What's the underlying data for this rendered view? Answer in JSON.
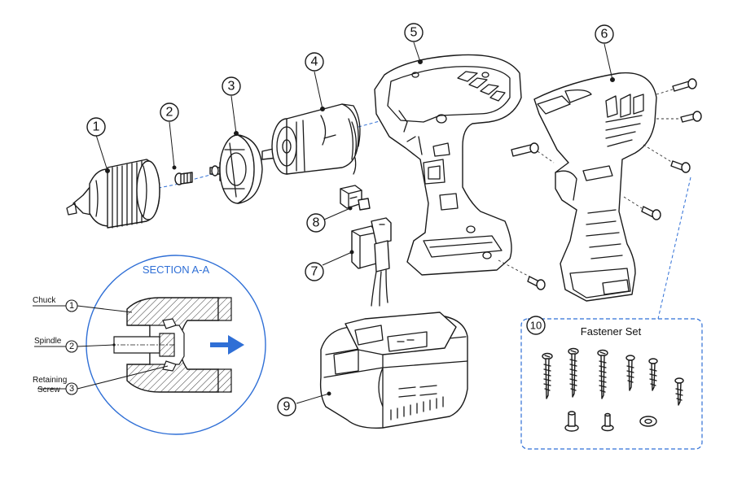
{
  "callouts": [
    {
      "num": "1"
    },
    {
      "num": "2"
    },
    {
      "num": "3"
    },
    {
      "num": "4"
    },
    {
      "num": "5"
    },
    {
      "num": "6"
    },
    {
      "num": "7"
    },
    {
      "num": "8"
    },
    {
      "num": "9"
    },
    {
      "num": "10"
    }
  ],
  "section": {
    "title": "SECTION A-A",
    "labels": [
      {
        "text": "Chuck",
        "num": "1"
      },
      {
        "text": "Spindle",
        "num": "2"
      },
      {
        "text": "Retaining",
        "text2": "Screw",
        "num": "3"
      }
    ]
  },
  "fastener_kit": {
    "title": "Fastener Set"
  },
  "colors": {
    "accent": "#2f6fd6",
    "line": "#1a1a1a"
  }
}
